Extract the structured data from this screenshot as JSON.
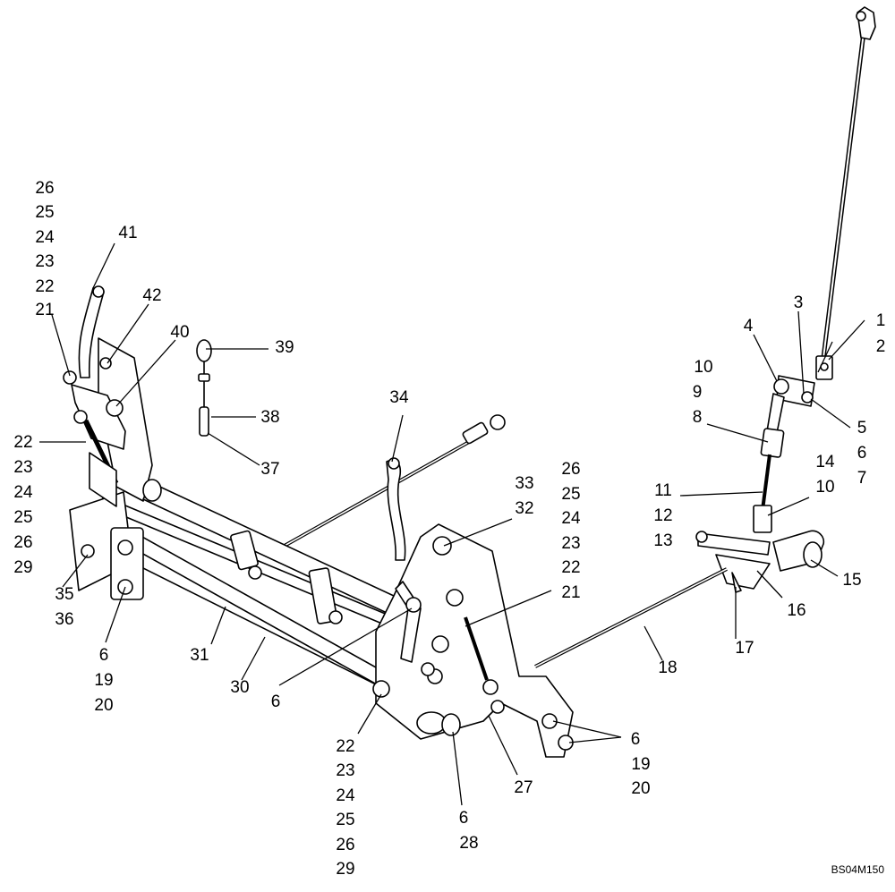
{
  "figure_code": "BS04M150",
  "callouts": {
    "c1": "1",
    "c2": "2",
    "c3": "3",
    "c4": "4",
    "c5": "5",
    "c6": "6",
    "c7": "7",
    "c8": "8",
    "c9": "9",
    "c10a": "10",
    "c10b": "10",
    "c11": "11",
    "c12": "12",
    "c13": "13",
    "c14": "14",
    "c15": "15",
    "c16": "16",
    "c17": "17",
    "c18": "18",
    "c27": "27",
    "c28": "28",
    "c30": "30",
    "c31": "31",
    "c32": "32",
    "c33": "33",
    "c34": "34",
    "c35": "35",
    "c36": "36",
    "c37": "37",
    "c38": "38",
    "c39": "39",
    "c40": "40",
    "c41": "41",
    "c42": "42",
    "c6_mid": "6",
    "c6_bot": "6"
  },
  "stacks": {
    "topleft": [
      "26",
      "25",
      "24",
      "23",
      "22",
      "21"
    ],
    "leftside": [
      "22",
      "23",
      "24",
      "25",
      "26",
      "29"
    ],
    "bottomcenter": [
      "22",
      "23",
      "24",
      "25",
      "26",
      "29"
    ],
    "midright": [
      "26",
      "25",
      "24",
      "23",
      "22",
      "21"
    ],
    "leftbottom": [
      "6",
      "19",
      "20"
    ],
    "rightbottom": [
      "6",
      "19",
      "20"
    ]
  }
}
